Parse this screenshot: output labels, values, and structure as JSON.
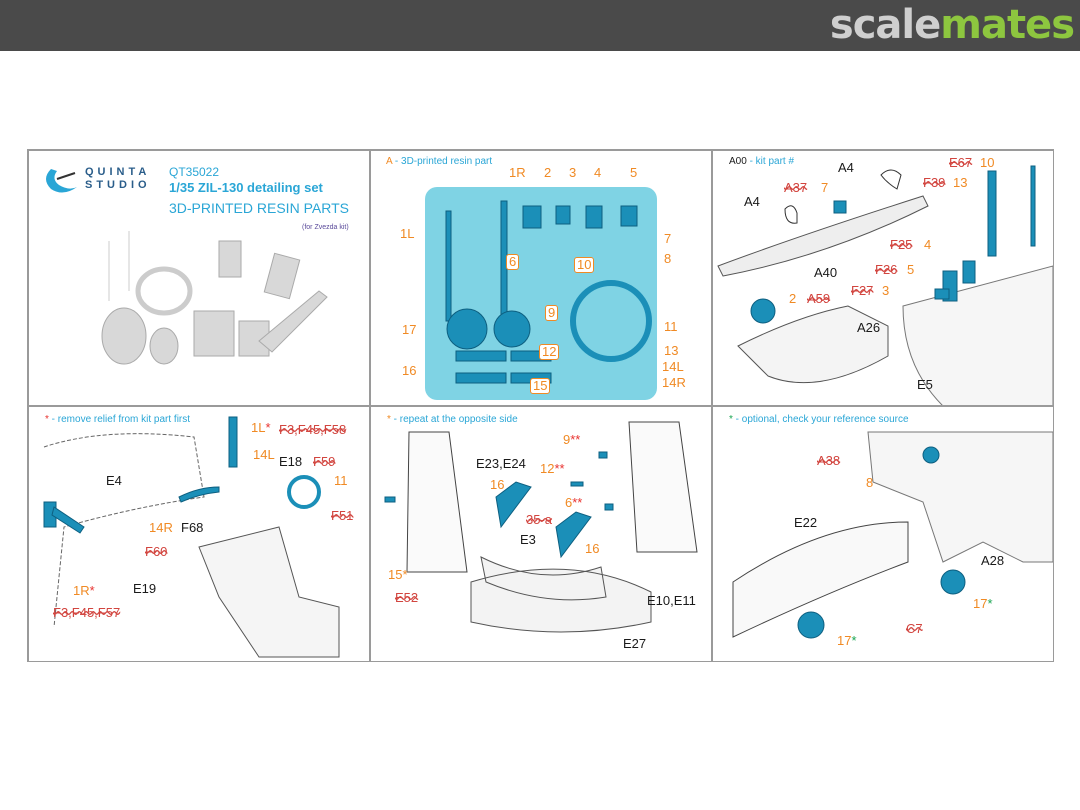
{
  "site": {
    "logo_a": "scale",
    "logo_b": "mates"
  },
  "brand": {
    "line1": "QUINTA",
    "line2": "STUDIO"
  },
  "title": {
    "code": "QT35022",
    "name": "1/35 ZIL-130 detailing set",
    "subtitle": "3D-PRINTED RESIN PARTS",
    "note": "(for Zvezda kit)"
  },
  "panel2": {
    "legend_key": "A",
    "legend": " - 3D-printed resin part",
    "labels": [
      "1R",
      "2",
      "3",
      "4",
      "5",
      "1L",
      "7",
      "6",
      "8",
      "10",
      "9",
      "17",
      "11",
      "12",
      "13",
      "14L",
      "16",
      "14R",
      "15"
    ]
  },
  "panel3": {
    "legend_key": "A00",
    "legend": " - kit part #",
    "labels": [
      "A4",
      "A37",
      "7",
      "A4",
      "E67",
      "10",
      "F39",
      "13",
      "F25",
      "4",
      "F26",
      "5",
      "F27",
      "3",
      "2",
      "A59",
      "A40",
      "A26",
      "E5"
    ]
  },
  "panel4": {
    "legend_star": "*",
    "legend": " - remove relief from kit part first",
    "labels": [
      "1L",
      "F3,F45,F58",
      "14L",
      "E18",
      "F59",
      "E4",
      "11",
      "F51",
      "14R",
      "F68",
      "F60",
      "1R",
      "E19",
      "F3,F45,F57"
    ],
    "star": "*"
  },
  "panel5": {
    "legend_star": "*",
    "legend": " - repeat at the opposite side",
    "labels": [
      "9",
      "E23,E24",
      "12",
      "16",
      "6",
      "35-a",
      "E3",
      "16",
      "15",
      "E52",
      "E10,E11",
      "E27"
    ],
    "star": "*",
    "dstar": "**"
  },
  "panel6": {
    "legend_star": "*",
    "legend": " - optional, check your reference source",
    "labels": [
      "A38",
      "8",
      "E22",
      "A28",
      "17",
      "C7",
      "17"
    ],
    "star": "*"
  },
  "colors": {
    "accent": "#2aa6d6",
    "part": "#1b8fb8",
    "label": "#f08a24",
    "struck": "#d2453f",
    "bg_resin": "#7fd3e4"
  }
}
